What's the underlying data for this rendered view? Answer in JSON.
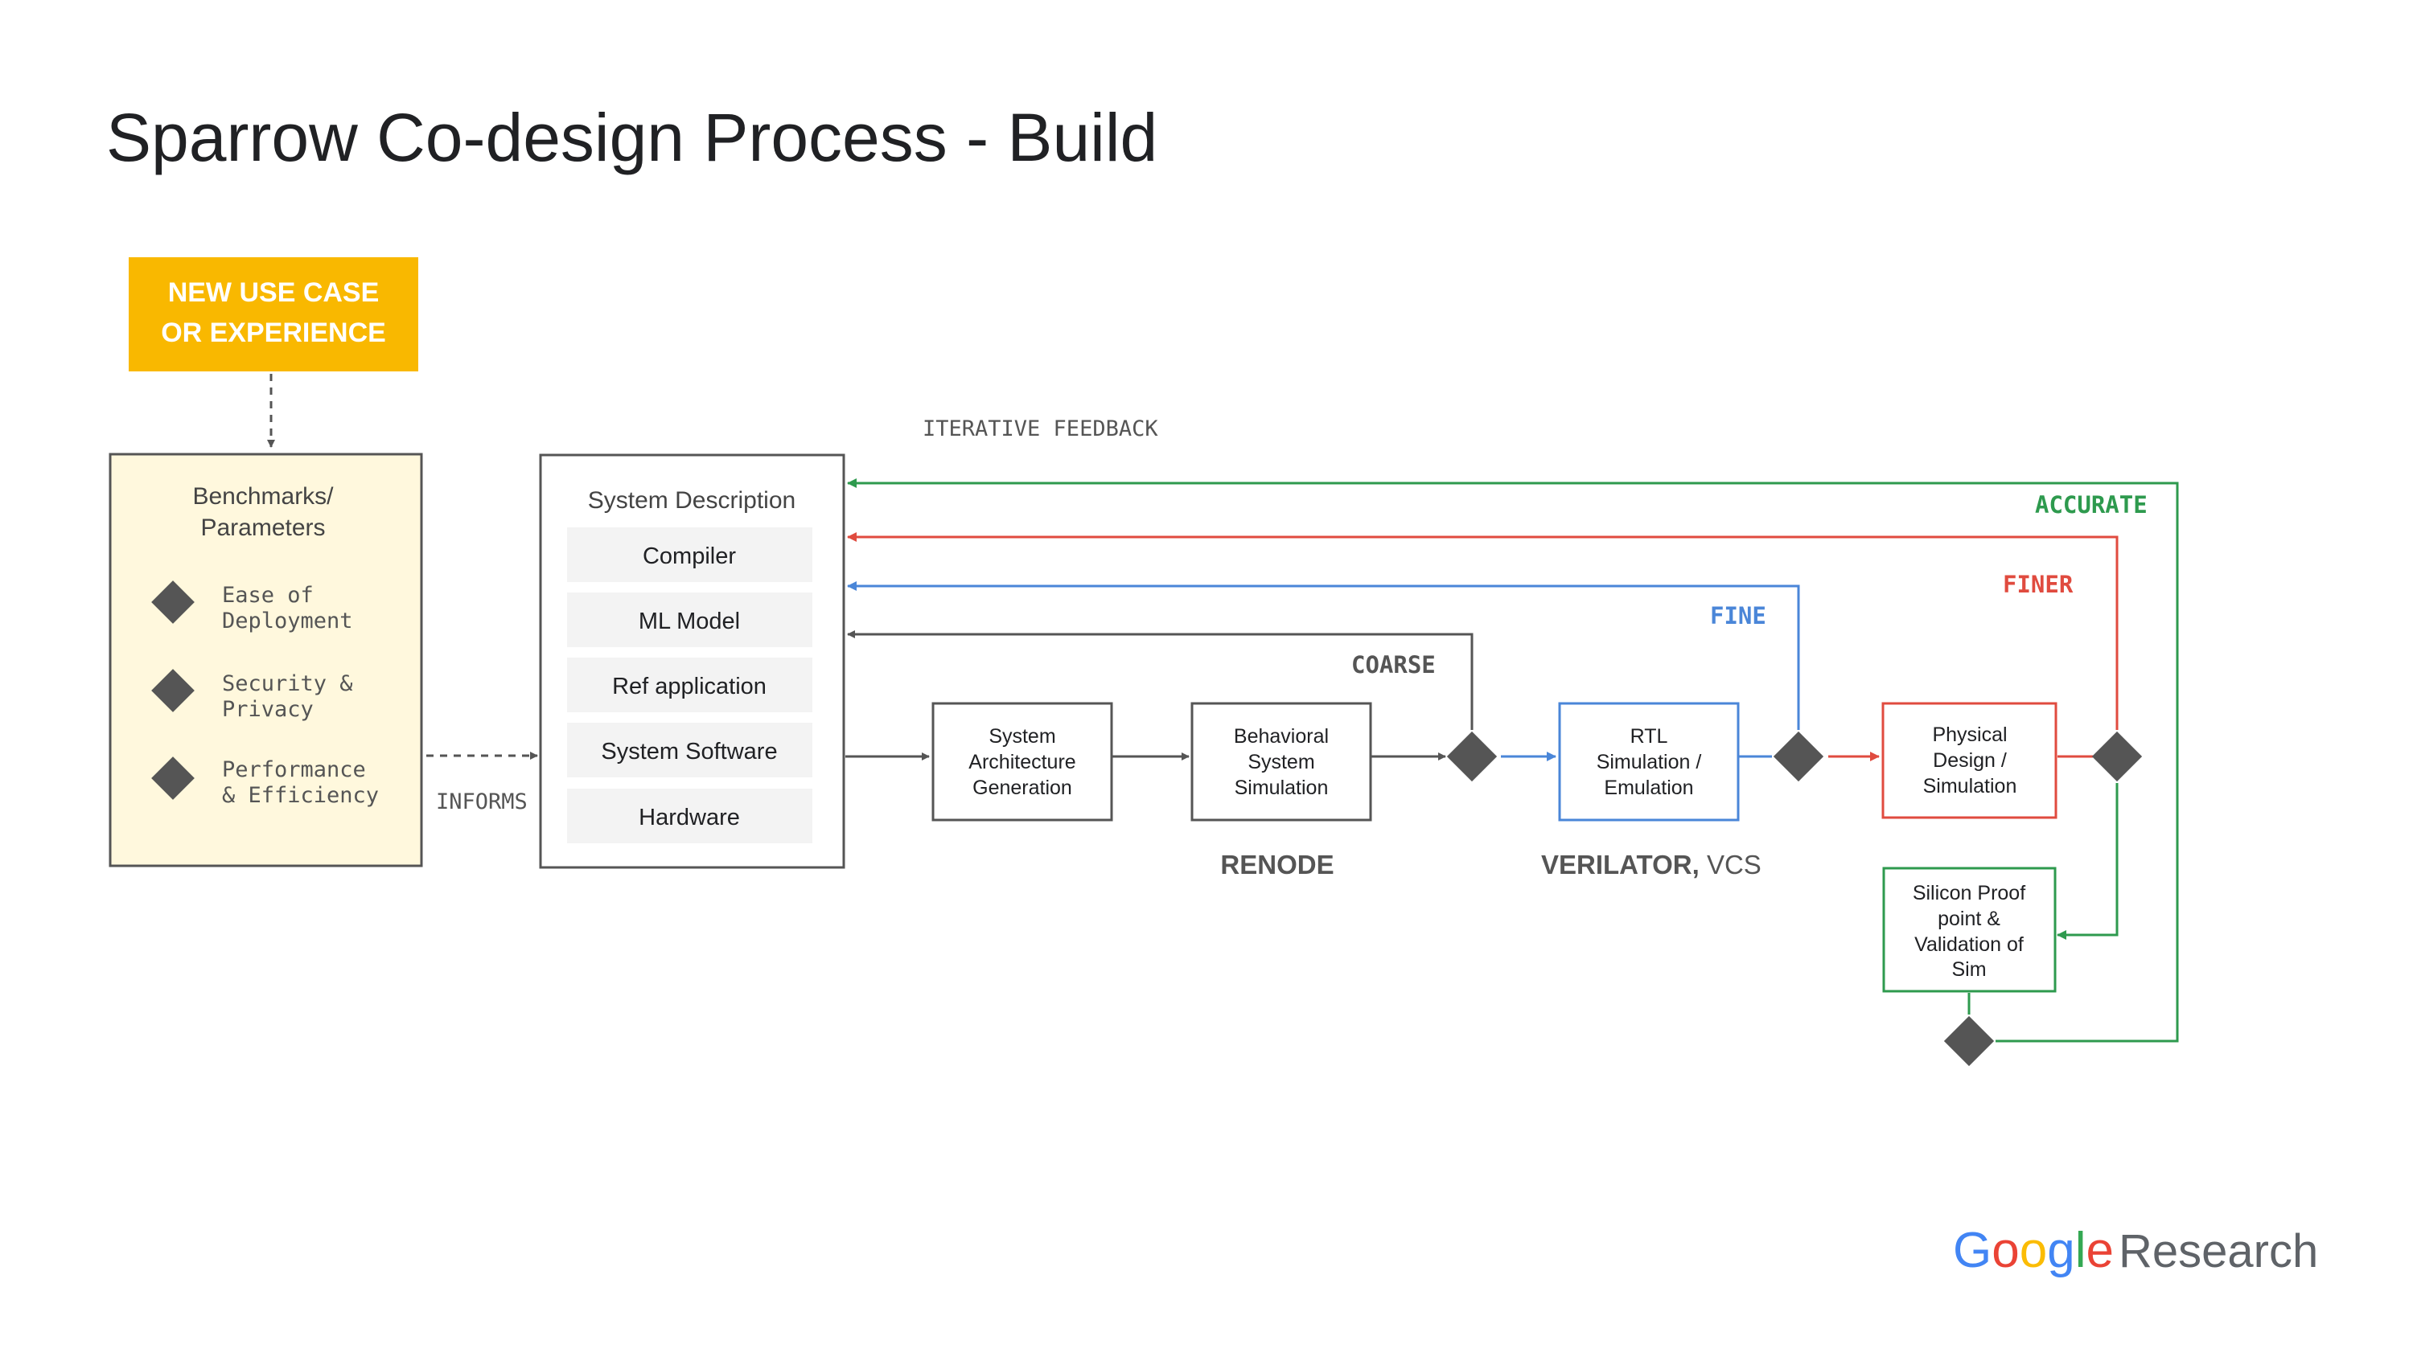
{
  "title": "Sparrow Co-design Process - Build",
  "colors": {
    "yellow": "#F9B800",
    "cream": "#FFF8DD",
    "dark": "#555555",
    "blue": "#4A86D8",
    "red": "#E04B3F",
    "green": "#2E9A4E",
    "item_bg": "#F3F3F3"
  },
  "use_case": {
    "line1": "NEW  USE CASE",
    "line2": "OR EXPERIENCE"
  },
  "benchmarks": {
    "title_line1": "Benchmarks/",
    "title_line2": "Parameters",
    "items": [
      {
        "line1": "Ease of",
        "line2": "Deployment",
        "icon": "diamond-icon"
      },
      {
        "line1": "Security &",
        "line2": "Privacy",
        "icon": "diamond-icon"
      },
      {
        "line1": "Performance",
        "line2": "& Efficiency",
        "icon": "diamond-icon"
      }
    ]
  },
  "informs_label": "INFORMS",
  "iterative_feedback_label": "ITERATIVE FEEDBACK",
  "system_description": {
    "title": "System Description",
    "items": [
      "Compiler",
      "ML Model",
      "Ref application",
      "System Software",
      "Hardware"
    ]
  },
  "stages": {
    "arch": {
      "line1": "System",
      "line2": "Architecture",
      "line3": "Generation"
    },
    "behavioral": {
      "line1": "Behavioral",
      "line2": "System",
      "line3": "Simulation"
    },
    "rtl": {
      "line1": "RTL",
      "line2": "Simulation /",
      "line3": "Emulation"
    },
    "physical": {
      "line1": "Physical",
      "line2": "Design /",
      "line3": "Simulation"
    },
    "silicon": {
      "line1": "Silicon Proof",
      "line2": "point &",
      "line3": "Validation of",
      "line4": "Sim"
    }
  },
  "feedback": {
    "coarse": "COARSE",
    "fine": "FINE",
    "finer": "FINER",
    "accurate": "ACCURATE"
  },
  "tools": {
    "renode": "RENODE",
    "verilator": "VERILATOR,",
    "vcs": "VCS"
  },
  "logo": {
    "google": "Google",
    "research": "Research"
  }
}
